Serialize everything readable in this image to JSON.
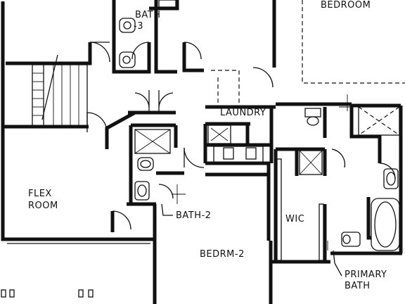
{
  "rooms": {
    "bedroom": "BEDROOM",
    "bath3": "BATH",
    "bath3_suffix": "-3",
    "laundry": "LAUNDRY",
    "flex_line1": "FLEX",
    "flex_line2": "ROOM",
    "bath2": "BATH-2",
    "wic": "WIC",
    "bedrm2": "BEDRM-2",
    "primary_line1": "PRIMARY",
    "primary_line2": "BATH"
  }
}
